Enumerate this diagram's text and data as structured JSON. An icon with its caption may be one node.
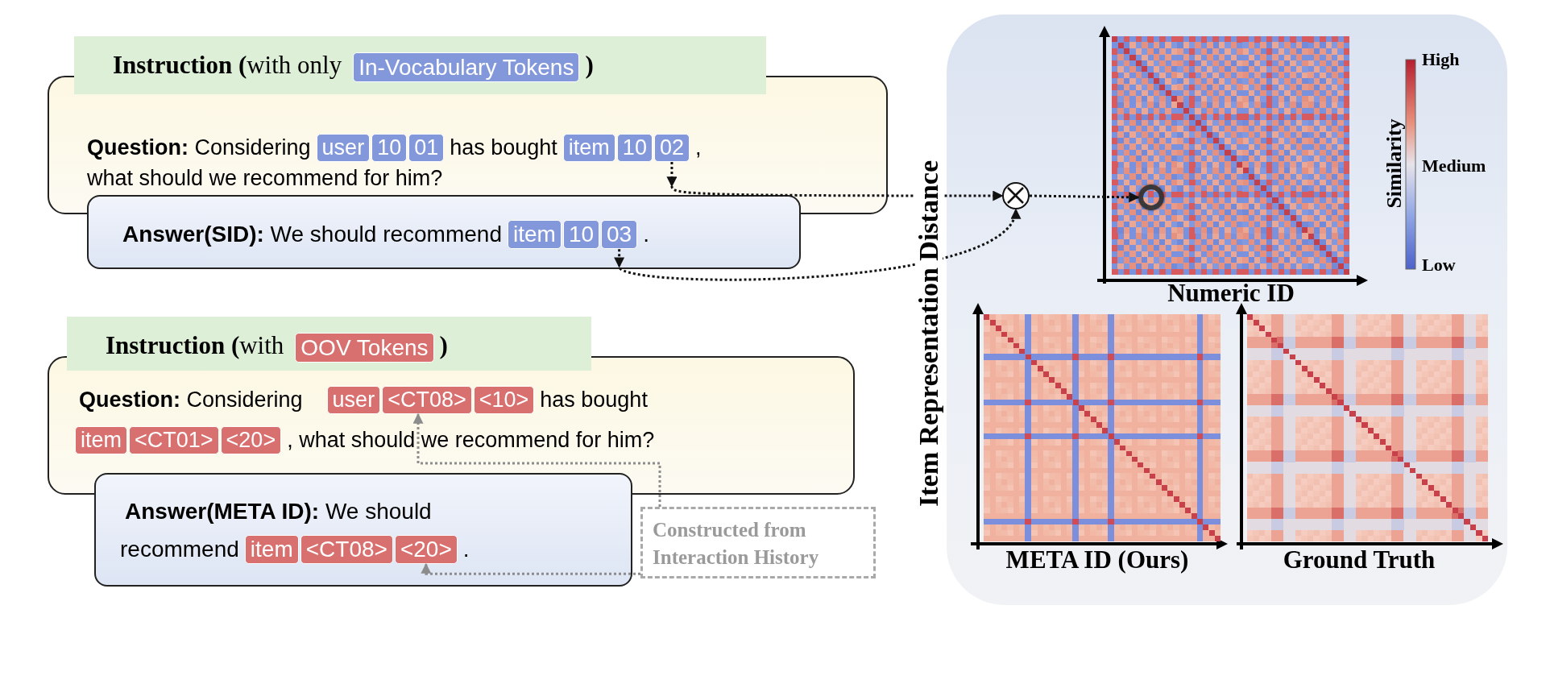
{
  "diagram": {
    "nodes": [
      {
        "text": [
          "**Instruction (**with only",
          ")"
        ]
      },
      {
        "text": [
          "In-Vocabulary Tokens"
        ],
        "in": 0
      },
      {
        "text": [
          "**Question:** Considering",
          "has bought",
          ",",
          "what should we recommend for him?"
        ]
      },
      {
        "text": [
          "user"
        ],
        "in": 2
      },
      {
        "text": [
          "10"
        ],
        "in": 2
      },
      {
        "text": [
          "01"
        ],
        "in": 2
      },
      {
        "text": [
          "item"
        ],
        "in": 2
      },
      {
        "text": [
          "10"
        ],
        "in": 2
      },
      {
        "text": [
          "02"
        ],
        "in": 2
      },
      {
        "text": [
          "**Answer(SID):** We should recommend",
          "."
        ]
      },
      {
        "text": [
          "item"
        ],
        "in": 9
      },
      {
        "text": [
          "10"
        ],
        "in": 9
      },
      {
        "text": [
          "03"
        ],
        "in": 9
      },
      {
        "text": [
          "**Instruction (**with",
          ")"
        ]
      },
      {
        "text": [
          "OOV Tokens"
        ],
        "in": 13
      },
      {
        "text": [
          "**Question:** Considering",
          "has bought",
          ", what should we recommend for him?"
        ]
      },
      {
        "text": [
          "user"
        ],
        "in": 15
      },
      {
        "text": [
          "<CT08>"
        ],
        "in": 15
      },
      {
        "text": [
          "<10>"
        ],
        "in": 15
      },
      {
        "text": [
          "item"
        ],
        "in": 15
      },
      {
        "text": [
          "<CT01>"
        ],
        "in": 15
      },
      {
        "text": [
          "<20>"
        ],
        "in": 15
      },
      {
        "text": [
          "**Answer(META ID):** We should recommend",
          "."
        ]
      },
      {
        "text": [
          "item"
        ],
        "in": 22
      },
      {
        "text": [
          "<CT08>"
        ],
        "in": 22
      },
      {
        "text": [
          "<20>"
        ],
        "in": 22
      },
      {
        "text": [
          "Constructed from Interaction History"
        ]
      },
      {
        "text": [],
        "shape": "circle"
      },
      {
        "text": [],
        "shape": "picture",
        "beside": [
          "Numeric ID"
        ]
      },
      {
        "text": [],
        "shape": "circle",
        "in": 28
      },
      {
        "text": [],
        "shape": "picture",
        "beside": [
          "META ID (Ours)"
        ]
      },
      {
        "text": [],
        "shape": "picture",
        "beside": [
          "Ground Truth"
        ]
      }
    ],
    "edges": [
      {
        "from": 8,
        "to": 27,
        "arrow": "to",
        "style": "dashed"
      },
      {
        "from": 12,
        "to": 27,
        "arrow": "to",
        "style": "dashed"
      },
      {
        "from": 27,
        "to": 29,
        "arrow": "to",
        "style": "dashed"
      },
      {
        "from": 26,
        "to": 25,
        "arrow": "to",
        "style": "dashed",
        "color": "#8c8c8c"
      },
      {
        "from": 26,
        "to": 17,
        "arrow": "to",
        "style": "dashed",
        "color": "#8c8c8c"
      }
    ],
    "labels": [
      "Item Representation Distance",
      "Similarity",
      "High",
      "Medium",
      "Low"
    ]
  }
}
